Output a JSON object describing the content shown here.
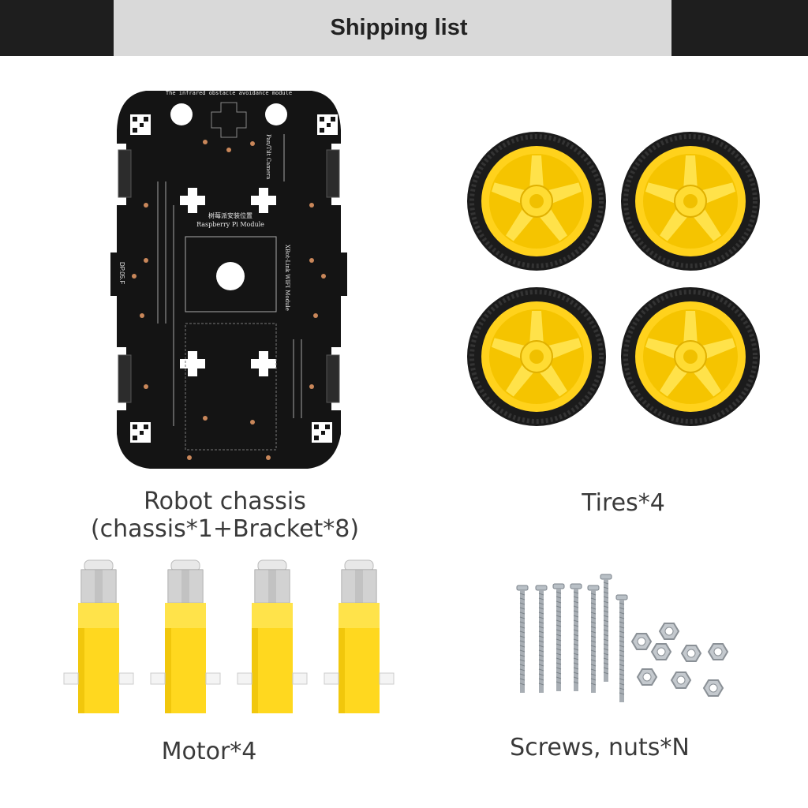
{
  "header": {
    "title": "Shipping list",
    "colors": {
      "dark": "#1e1e1e",
      "band": "#d9d9d9"
    }
  },
  "items": [
    {
      "caption": "Robot chassis (chassis*1+Bracket*8)",
      "image": "robot-chassis-pcb",
      "board_text": {
        "top": "The infrared obstacle avoidance module",
        "rpi_cn": "树莓派安装位置",
        "rpi_en": "Raspberry Pi Module",
        "wifi": "XBot-Link WIFI Module",
        "camera": "Pan/Tilt Camera",
        "side": "DP.05.F"
      }
    },
    {
      "caption": "Tires*4",
      "image": "yellow-wheels"
    },
    {
      "caption": "Motor*4",
      "image": "yellow-gear-motors"
    },
    {
      "caption": "Screws, nuts*N",
      "image": "screws-and-nuts"
    }
  ],
  "colors": {
    "pcb": "#141414",
    "yellow": "#ffd21c",
    "tire": "#1b1b1b",
    "steel": "#a8aeb4"
  }
}
